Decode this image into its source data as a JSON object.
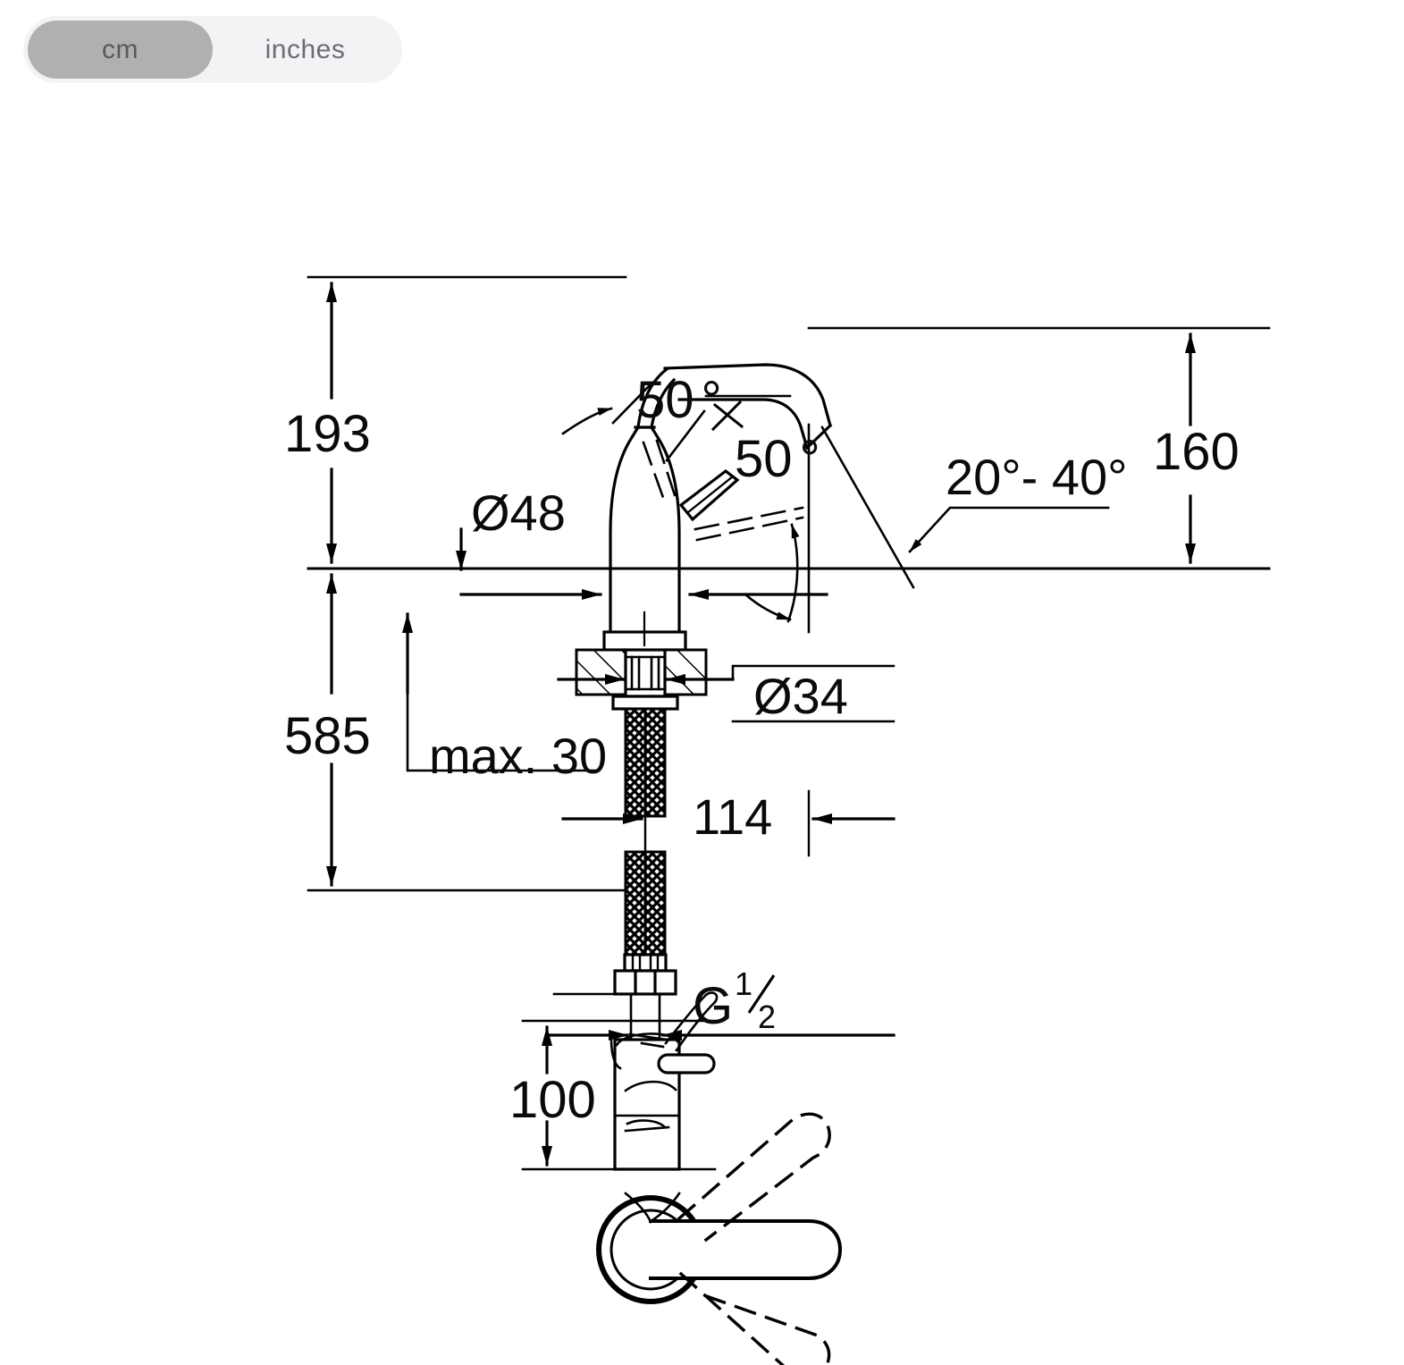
{
  "units_toggle": {
    "name": "unit-selector",
    "options": [
      {
        "id": "cm",
        "label": "cm",
        "selected": true
      },
      {
        "id": "inches",
        "label": "inches",
        "selected": false
      }
    ],
    "active_color": "#b0b0b0",
    "track_color": "#f2f3f5",
    "text_color": "#6d6d72"
  },
  "drawing": {
    "title": "Faucet dimensional drawing",
    "line_color": "#000000",
    "views": {
      "elevation": "front elevation section",
      "plan": "top view with swivel range"
    },
    "dimensions": {
      "height_above_deck": "193",
      "height_below_deck": "585",
      "spout_height": "160",
      "spout_reach": "114",
      "body_diameter": "Ø48",
      "mounting_hole_diameter": "Ø34",
      "max_deck_thickness": "max. 30",
      "lever_height": "100",
      "thread": "G",
      "thread_fraction_numerator": "1",
      "thread_fraction_denominator": "2",
      "lever_angle_left": "50",
      "lever_angle_right": "50",
      "swivel_range": "20°- 40°",
      "degree_symbol": "°"
    }
  }
}
